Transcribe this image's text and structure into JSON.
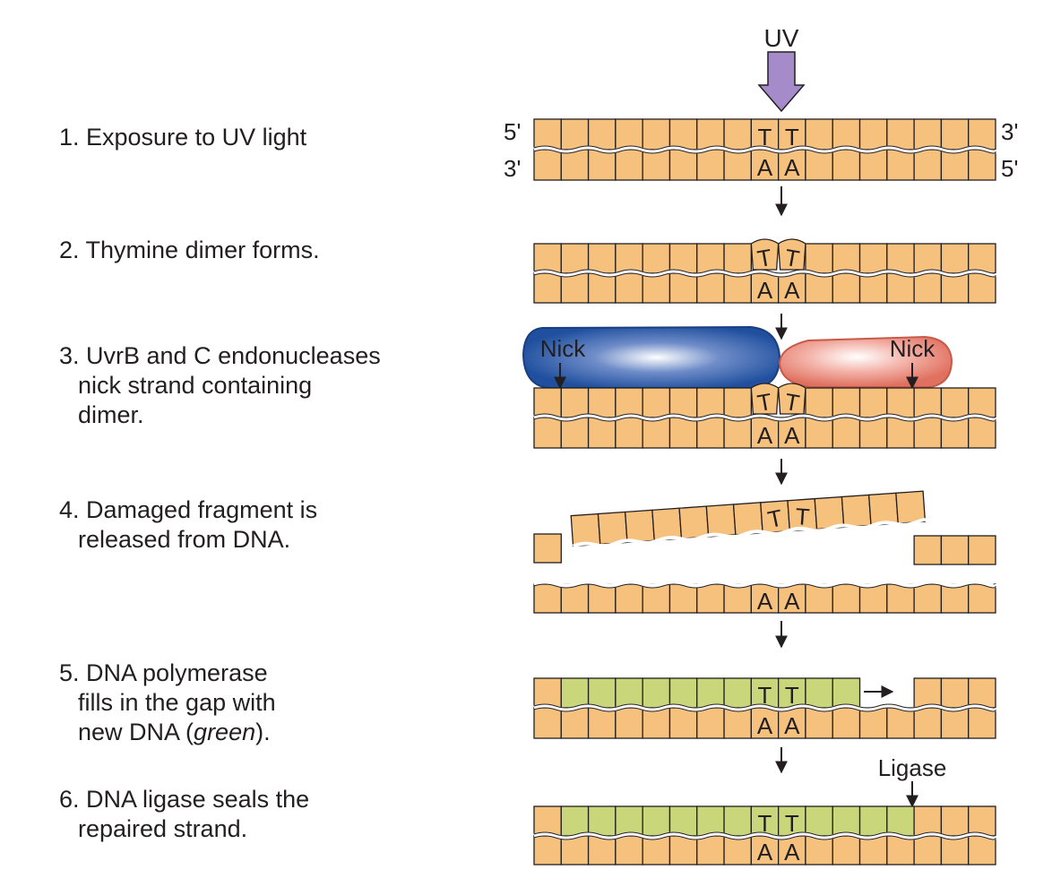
{
  "steps": [
    {
      "id": 1,
      "lines": [
        "1. Exposure to UV light"
      ]
    },
    {
      "id": 2,
      "lines": [
        "2. Thymine dimer forms."
      ]
    },
    {
      "id": 3,
      "lines": [
        "3. UvrB and C endonucleases",
        "nick strand containing",
        "dimer."
      ]
    },
    {
      "id": 4,
      "lines": [
        "4. Damaged fragment is",
        "released from DNA."
      ]
    },
    {
      "id": 5,
      "lines": [
        "5. DNA polymerase",
        "fills in the gap with",
        "new DNA ("
      ],
      "italic_word": "green",
      "trailing": ")."
    },
    {
      "id": 6,
      "lines": [
        "6. DNA ligase seals the",
        "repaired strand."
      ]
    }
  ],
  "labels": {
    "uv": "UV",
    "five_prime_left": "5'",
    "three_prime_left": "3'",
    "three_prime_right": "3'",
    "five_prime_right": "5'",
    "thymine": "T",
    "adenine": "A",
    "nick_left": "Nick",
    "nick_right": "Nick",
    "ligase": "Ligase"
  },
  "colors": {
    "dna_orange": "#f6c07d",
    "new_dna_green": "#c9d67a",
    "uv_arrow_purple": "#a58bc9",
    "uvrb_blue": "#1f4f9e",
    "uvrc_pink": "#e98a7d",
    "outline": "#231f20"
  }
}
